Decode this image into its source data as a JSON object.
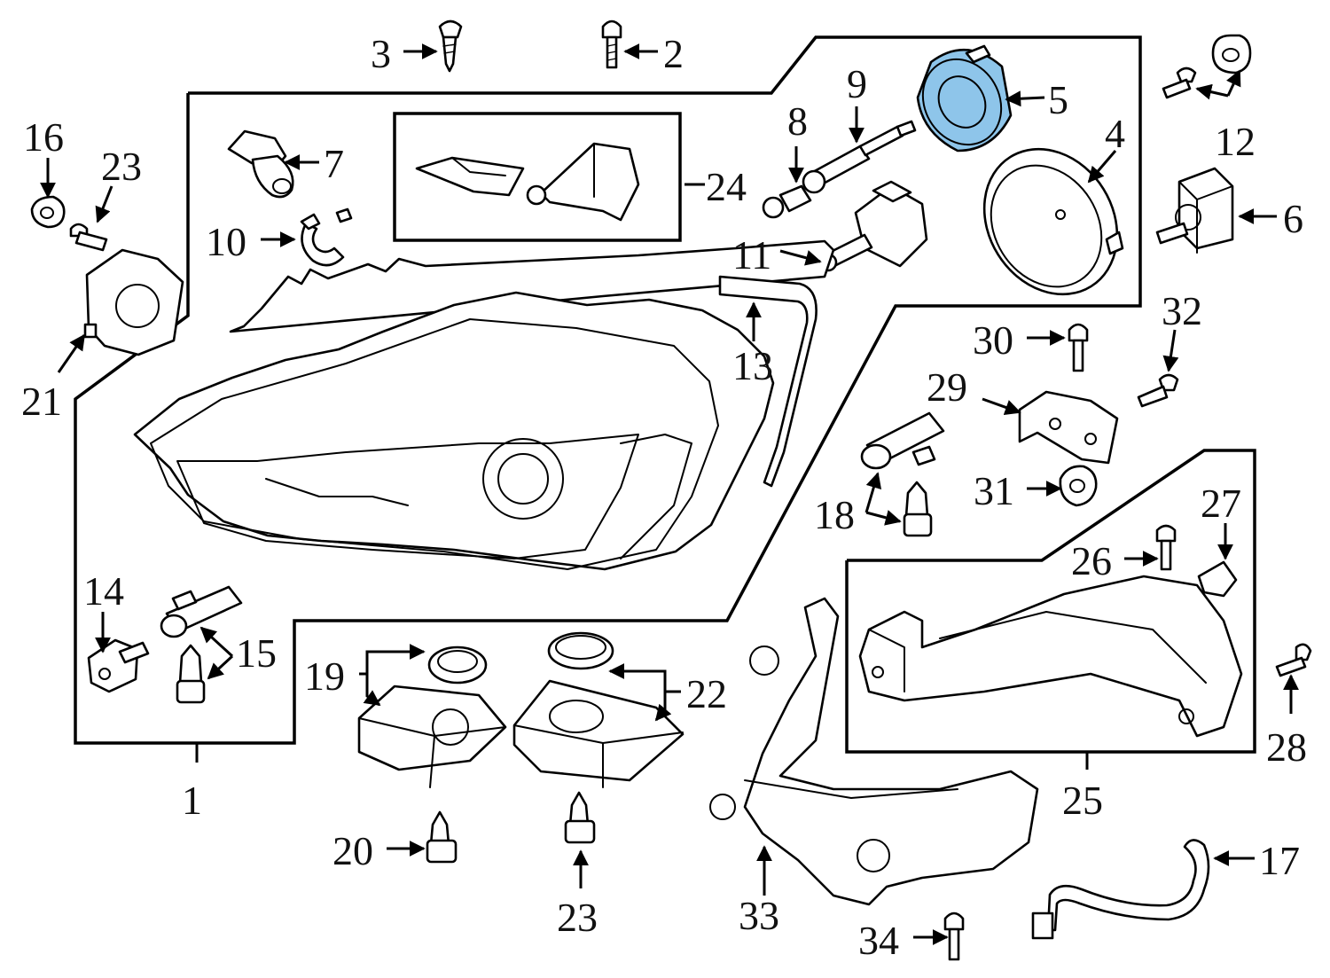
{
  "diagram": {
    "highlight_color": "#8ec5ea",
    "line_color": "#000000",
    "callouts": [
      "1",
      "2",
      "3",
      "4",
      "5",
      "6",
      "7",
      "8",
      "9",
      "10",
      "11",
      "12",
      "13",
      "14",
      "15",
      "16",
      "17",
      "18",
      "19",
      "20",
      "21",
      "22",
      "23",
      "23",
      "24",
      "25",
      "26",
      "27",
      "28",
      "29",
      "30",
      "31",
      "32",
      "33",
      "34"
    ],
    "highlighted_part": "5"
  }
}
